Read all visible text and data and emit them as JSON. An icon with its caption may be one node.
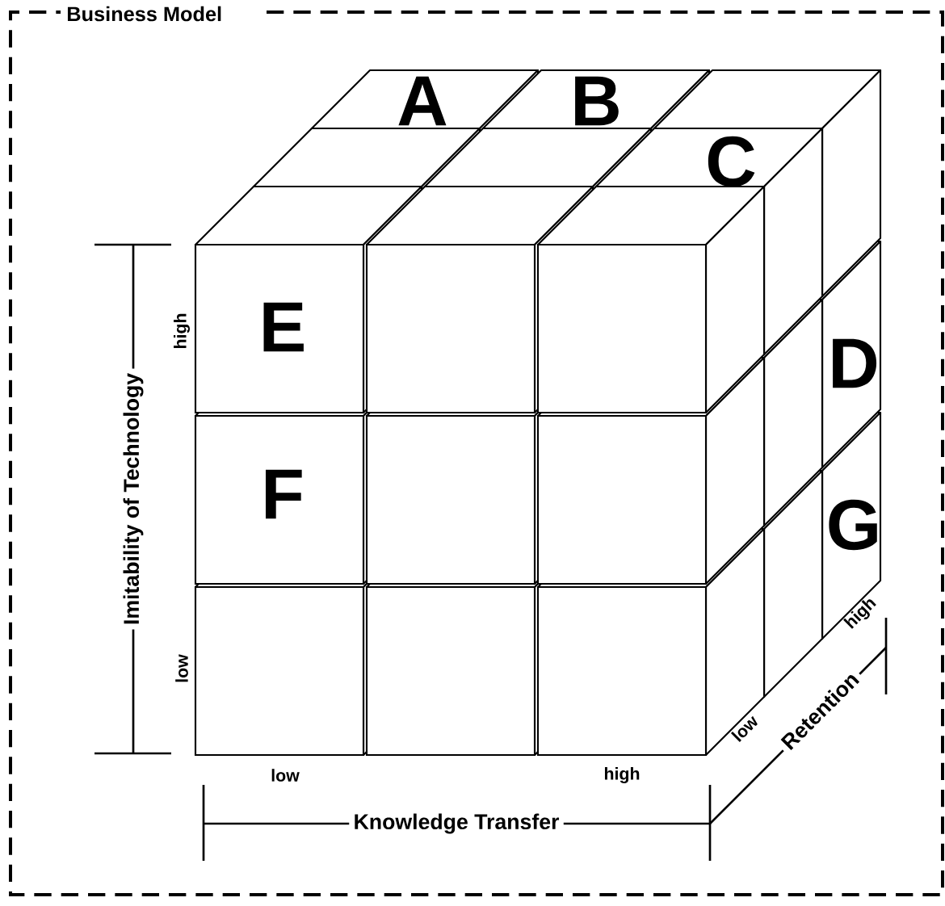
{
  "diagram": {
    "nodes": [
      {
        "text": [
          "Business Model"
        ]
      }
    ],
    "edges": [],
    "labels": [
      "A",
      "B",
      "C",
      "D",
      "E",
      "F",
      "G",
      "Imitability of Technology",
      "high",
      "low",
      "low",
      "high",
      "Knowledge Transfer",
      "low",
      "high",
      "Retention"
    ]
  }
}
